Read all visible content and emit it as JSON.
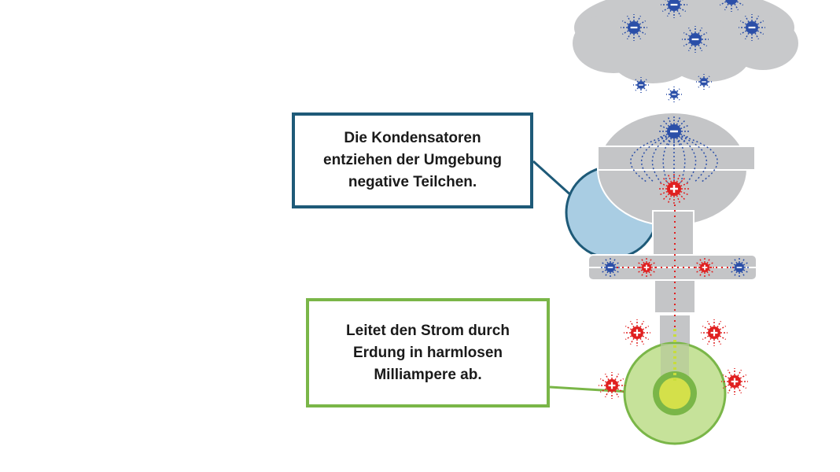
{
  "callouts": {
    "capacitors": {
      "lines": [
        "Die Kondensatoren",
        "entziehen der Umgebung",
        "negative Teilchen."
      ],
      "border_color": "#1e5a78"
    },
    "ground": {
      "lines": [
        "Leitet den Strom durch",
        "Erdung in harmlosen",
        "Milliampere ab."
      ],
      "border_color": "#7ab648"
    }
  },
  "charges": {
    "negative_symbol": "−",
    "positive_symbol": "+",
    "negative_color": "#2b4fa8",
    "positive_color": "#e02020"
  },
  "colors": {
    "cloud": "#c8c9cb",
    "device": "#c4c5c7",
    "zoom_circle": "#a9cde3",
    "ground_outer": "#c6e29a",
    "ground_inner": "#7ab648",
    "ground_core": "#d4e04a"
  }
}
